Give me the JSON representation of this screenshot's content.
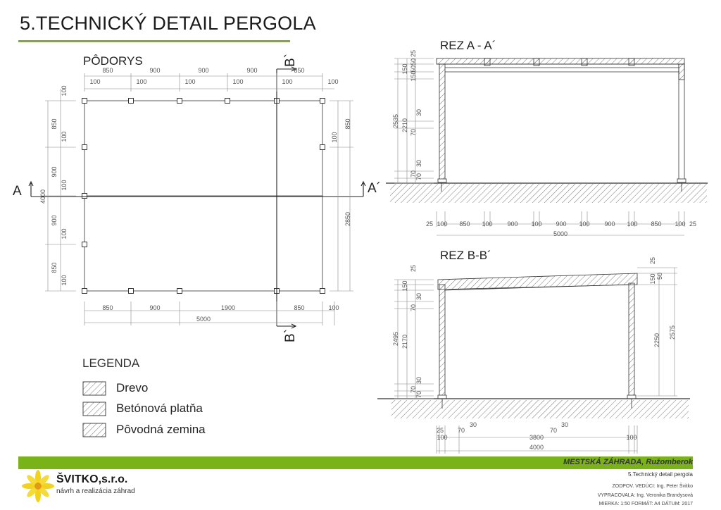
{
  "title": "5.TECHNICKÝ DETAIL PERGOLA",
  "plan": {
    "heading": "PÔDORYS",
    "top_dims": [
      "850",
      "900",
      "900",
      "900",
      "850"
    ],
    "top_post_dims": [
      "100",
      "100",
      "100",
      "100",
      "100",
      "100"
    ],
    "bottom_dims": [
      "850",
      "900",
      "1900",
      "850",
      "100"
    ],
    "bottom_total": "5000",
    "left_dims": [
      "850",
      "900",
      "900",
      "850"
    ],
    "left_post_dims": [
      "100",
      "100",
      "100",
      "100",
      "100"
    ],
    "left_total": "4000",
    "right_dims": [
      "850",
      "2850"
    ],
    "right_post": "100",
    "section_a": "A",
    "section_a2": "A´",
    "section_b_top": "B`",
    "section_b_bottom": "B`"
  },
  "section_aa": {
    "heading": "REZ A - A´",
    "vertical_dims": [
      "25",
      "50",
      "150",
      "150",
      "50",
      "2535",
      "2210",
      "30",
      "70",
      "30",
      "70",
      "70"
    ],
    "bottom_dims": [
      "25",
      "100",
      "850",
      "100",
      "900",
      "100",
      "900",
      "100",
      "900",
      "100",
      "850",
      "100",
      "25"
    ],
    "bottom_total": "5000"
  },
  "section_bb": {
    "heading": "REZ B-B´",
    "vertical_dims_left": [
      "25",
      "150",
      "30",
      "70",
      "2495",
      "2170",
      "30",
      "70",
      "70"
    ],
    "vertical_dims_right": [
      "25",
      "150",
      "50",
      "2250",
      "2575"
    ],
    "bottom_dims": [
      "25",
      "100",
      "70",
      "30",
      "3800",
      "70",
      "30",
      "100"
    ],
    "bottom_total": "4000"
  },
  "legend": {
    "title": "LEGENDA",
    "items": [
      {
        "label": "Drevo"
      },
      {
        "label": "Betónová platňa"
      },
      {
        "label": "Pôvodná zemina"
      }
    ]
  },
  "footer": {
    "project": "MESTSKÁ ZÁHRADA,  Ružomberok",
    "sheet": "5.Technický detail pergola",
    "company": "ŠVITKO,s.r.o.",
    "company_sub": "návrh a realizácia záhrad",
    "responsible": "ZODPOV. VEDÚCI: Ing. Peter Švitko",
    "prepared": "VYPRACOVALA: Ing. Veronika Brandysová",
    "scale_line": "MIERKA: 1:50   FORMÁT: A4        DÁTUM: 2017"
  },
  "colors": {
    "accent": "#7ab317",
    "line": "#333333",
    "dim": "#888888"
  }
}
